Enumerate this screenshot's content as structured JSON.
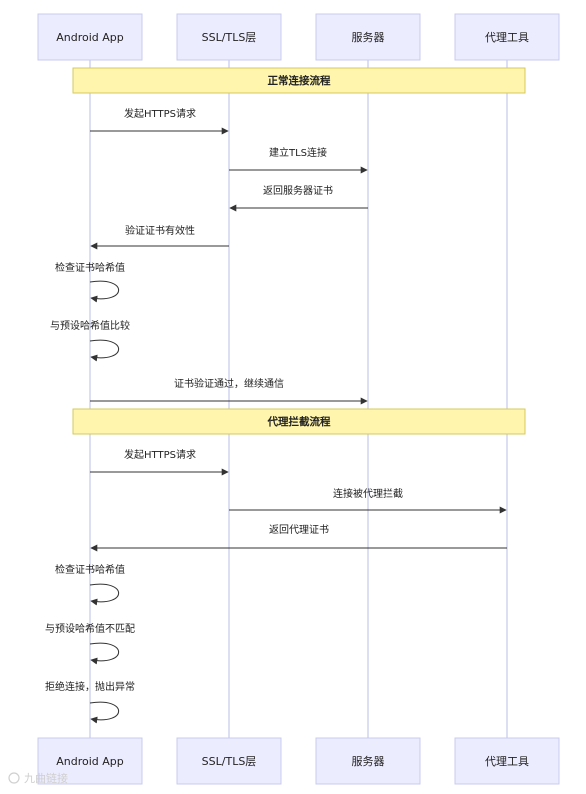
{
  "actors": [
    {
      "id": "app",
      "label": "Android App"
    },
    {
      "id": "ssl",
      "label": "SSL/TLS层"
    },
    {
      "id": "srv",
      "label": "服务器"
    },
    {
      "id": "proxy",
      "label": "代理工具"
    }
  ],
  "notes": [
    {
      "label": "正常连接流程"
    },
    {
      "label": "代理拦截流程"
    }
  ],
  "messages": [
    {
      "from": "app",
      "to": "ssl",
      "label": "发起HTTPS请求"
    },
    {
      "from": "ssl",
      "to": "srv",
      "label": "建立TLS连接"
    },
    {
      "from": "srv",
      "to": "ssl",
      "label": "返回服务器证书"
    },
    {
      "from": "ssl",
      "to": "app",
      "label": "验证证书有效性"
    },
    {
      "from": "app",
      "to": "app",
      "label": "检查证书哈希值"
    },
    {
      "from": "app",
      "to": "app",
      "label": "与预设哈希值比较"
    },
    {
      "from": "app",
      "to": "srv",
      "label": "证书验证通过，继续通信"
    },
    {
      "from": "app",
      "to": "ssl",
      "label": "发起HTTPS请求"
    },
    {
      "from": "ssl",
      "to": "proxy",
      "label": "连接被代理拦截"
    },
    {
      "from": "proxy",
      "to": "app",
      "label": "返回代理证书"
    },
    {
      "from": "app",
      "to": "app",
      "label": "检查证书哈希值"
    },
    {
      "from": "app",
      "to": "app",
      "label": "与预设哈希值不匹配"
    },
    {
      "from": "app",
      "to": "app",
      "label": "拒绝连接，抛出异常"
    }
  ],
  "watermark": "九曲链接"
}
